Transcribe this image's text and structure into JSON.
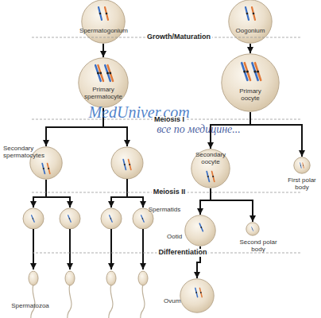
{
  "diagram": {
    "nodes": [
      {
        "text": [
          "Spermatogonium"
        ]
      },
      {
        "text": [
          "Oogonium"
        ]
      },
      {
        "text": [
          "Primary spermatocyte"
        ]
      },
      {
        "text": [
          "Primary oocyte"
        ]
      },
      {
        "text": [
          "Secondary spermatocytes"
        ]
      },
      {
        "text": [
          "Secondary oocyte"
        ]
      },
      {
        "text": [
          "First polar body"
        ]
      },
      {
        "text": [
          "Ootid"
        ]
      },
      {
        "text": [
          "Second polar body"
        ]
      },
      {
        "text": [
          "Ovum"
        ]
      }
    ],
    "edges": [
      {
        "from": 0,
        "to": 2,
        "arrow": "to"
      },
      {
        "from": 1,
        "to": 3,
        "arrow": "to"
      },
      {
        "from": 2,
        "to": 4,
        "arrow": "to"
      },
      {
        "from": 3,
        "to": 5,
        "arrow": "to"
      },
      {
        "from": 3,
        "to": 6,
        "arrow": "to"
      },
      {
        "from": 5,
        "to": 7,
        "arrow": "to"
      },
      {
        "from": 5,
        "to": 8,
        "arrow": "to"
      },
      {
        "from": 7,
        "to": 9,
        "arrow": "to"
      }
    ],
    "labels": [
      "Growth/Maturation",
      "MedUniver.com",
      "все по медицине...",
      "Meiosis I",
      "Meiosis II",
      "Spermatids",
      "Differentiation",
      "Spermatozoa"
    ]
  }
}
